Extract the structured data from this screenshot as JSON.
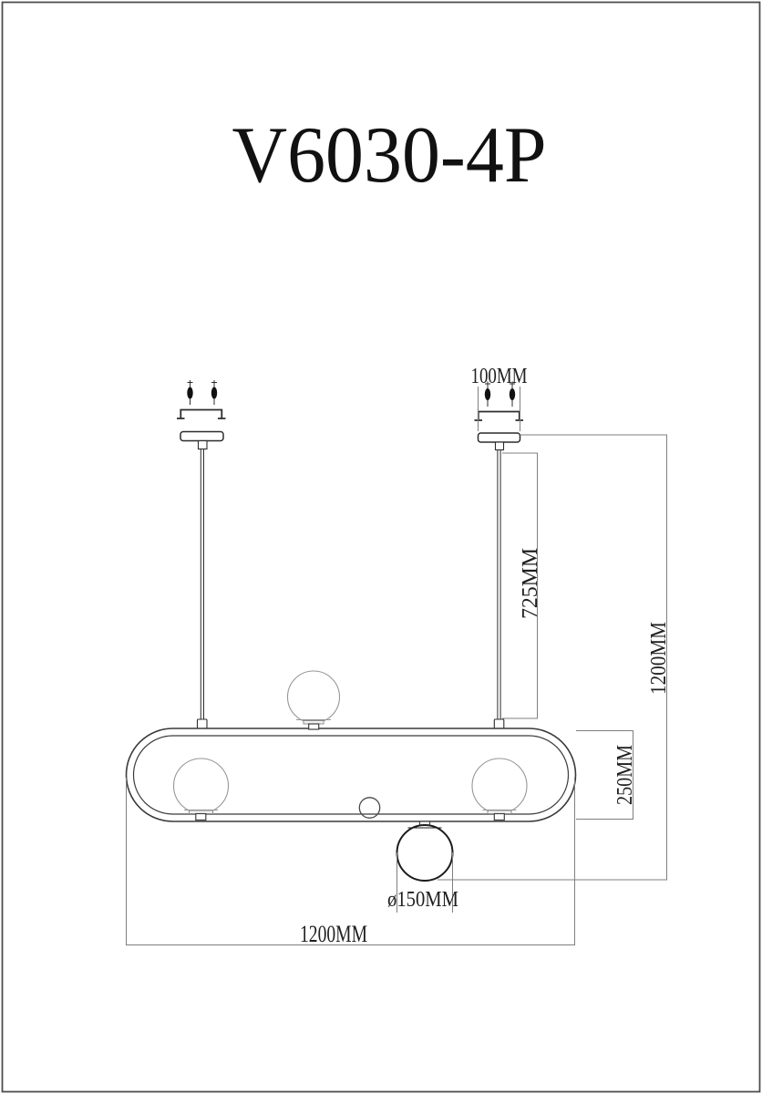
{
  "page": {
    "title": "V6030-4P"
  },
  "drawing": {
    "dimension_labels": {
      "canopy_width": "100MM",
      "rod_length": "725MM",
      "overall_drop": "1200MM",
      "frame_height": "250MM",
      "globe_diameter": "ø150MM",
      "fixture_length": "1200MM"
    },
    "colors": {
      "ink": "#1f1f1f",
      "outline": "#3a3a3a",
      "globe_stroke": "#979797",
      "dimension_line": "#7f7f7f",
      "paper": "#ffffff",
      "border": "#4d4d4d"
    }
  }
}
